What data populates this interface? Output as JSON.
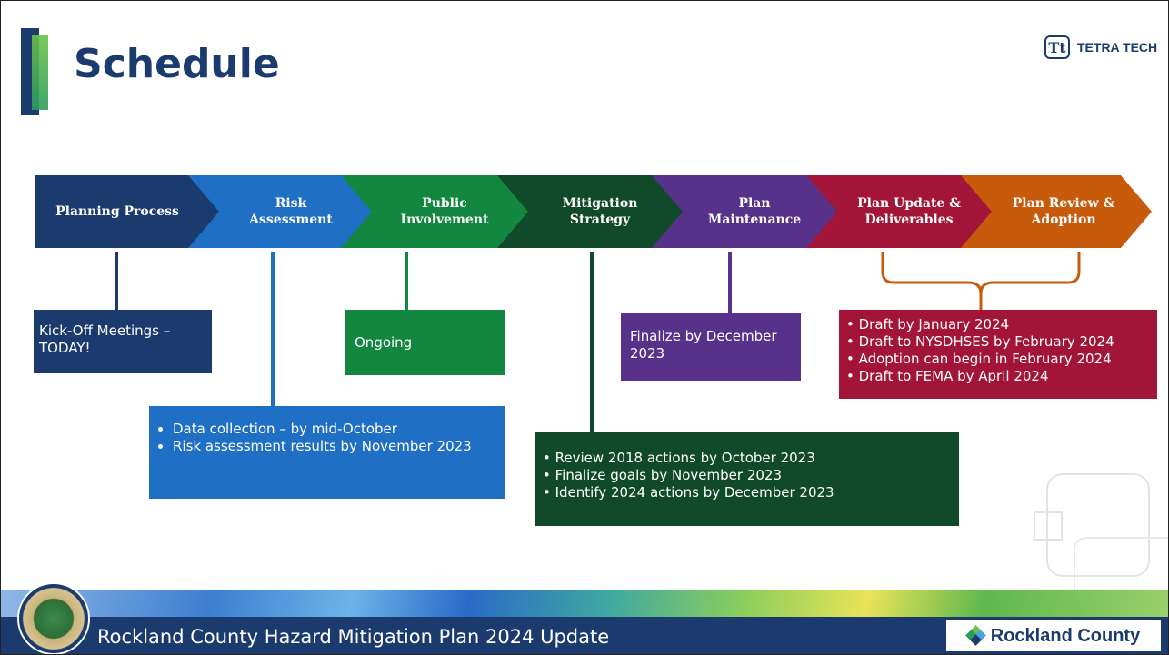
{
  "title": "Schedule",
  "brand": {
    "logo_text": "TETRA TECH",
    "logo_mark": "Tt"
  },
  "chevrons": [
    {
      "label": "Planning Process",
      "color": "#1b3b6f"
    },
    {
      "label": "Risk Assessment",
      "color": "#1f6fc4"
    },
    {
      "label": "Public Involvement",
      "color": "#13873f"
    },
    {
      "label": "Mitigation Strategy",
      "color": "#114a2a"
    },
    {
      "label": "Plan Maintenance",
      "color": "#57318a"
    },
    {
      "label": "Plan Update & Deliverables",
      "color": "#a31538"
    },
    {
      "label": "Plan Review & Adoption",
      "color": "#c85a0c"
    }
  ],
  "boxes": {
    "planning": {
      "text": "Kick-Off Meetings – TODAY!"
    },
    "risk": {
      "items": [
        "Data collection – by mid-October",
        "Risk assessment results by November 2023"
      ]
    },
    "public": {
      "text": "Ongoing"
    },
    "mitigation": {
      "items": [
        "• Review 2018 actions by October 2023",
        "• Finalize goals by November 2023",
        "• Identify 2024 actions by December 2023"
      ]
    },
    "maintenance": {
      "text": "Finalize by December 2023"
    },
    "update": {
      "items": [
        "• Draft by January 2024",
        "• Draft to NYSDHSES by February 2024",
        "• Adoption can begin in February 2024",
        "• Draft to FEMA by April 2024"
      ]
    }
  },
  "footer": {
    "text": "Rockland County Hazard Mitigation Plan 2024 Update",
    "county_logo_text": "Rockland County"
  }
}
